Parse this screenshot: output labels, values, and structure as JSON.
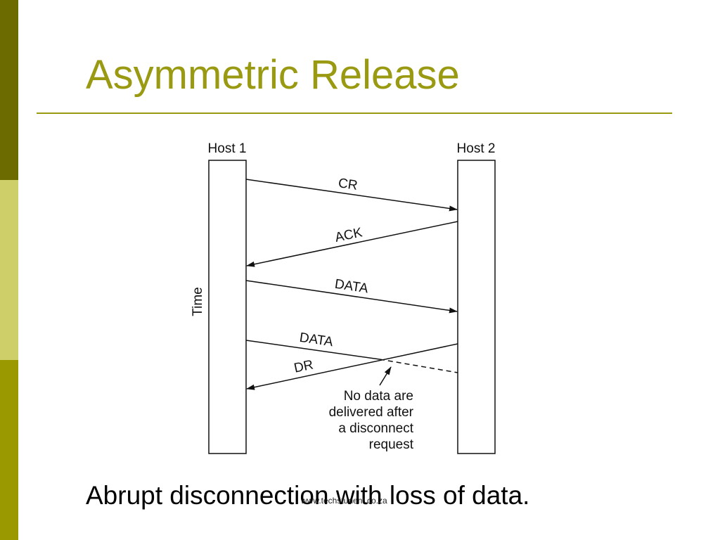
{
  "slide": {
    "title": "Asymmetric Release",
    "caption": "Abrupt disconnection with loss of data.",
    "watermark": "www.techstudent.co.za"
  },
  "diagram": {
    "host1_label": "Host 1",
    "host2_label": "Host 2",
    "time_label": "Time",
    "messages": {
      "cr": "CR",
      "ack": "ACK",
      "data1": "DATA",
      "data2": "DATA",
      "dr": "DR"
    },
    "note_lines": [
      "No data are",
      "delivered after",
      "a disconnect",
      "request"
    ]
  },
  "colors": {
    "accent": "#9a9a12",
    "bar_dark": "#6b6b00",
    "bar_light": "#cfcf6a",
    "bar_mid": "#9a9a00"
  }
}
